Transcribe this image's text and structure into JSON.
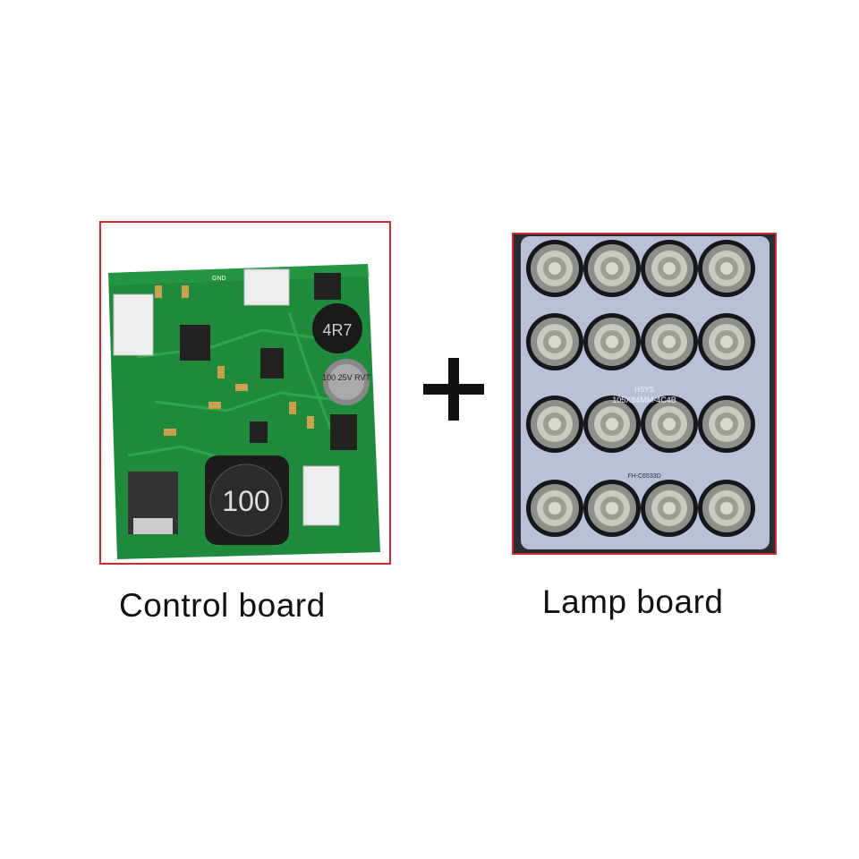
{
  "captions": {
    "control_board": "Control board",
    "lamp_board": "Lamp board"
  },
  "operator": "+",
  "control_board_markings": {
    "inductor_small": "4R7",
    "capacitor": "100 25V RVT",
    "inductor_large": "100",
    "gnd": "GND"
  },
  "lamp_board_markings": {
    "brand": "HSYS",
    "model": "105X84MM-4C4B",
    "code": "FH-C6533D"
  },
  "colors": {
    "frame": "#d8262b",
    "pcb_green": "#1f8a3c",
    "lamp_plate": "#b9c0d6"
  }
}
